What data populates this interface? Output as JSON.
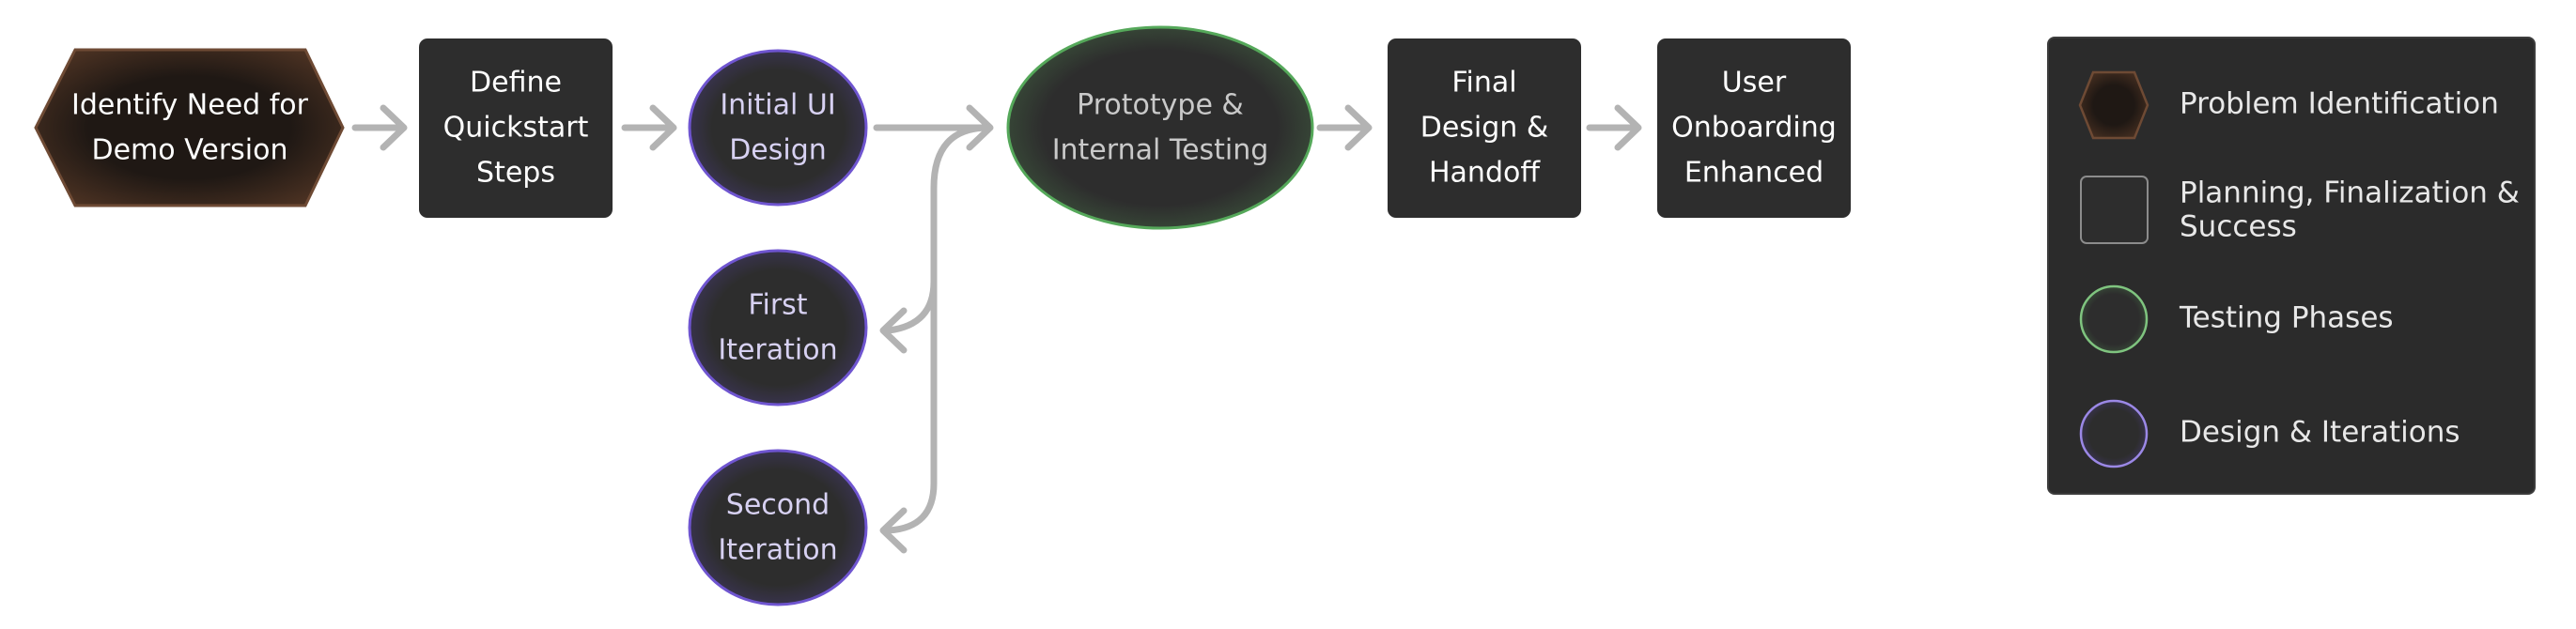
{
  "colors": {
    "background": "#ffffff",
    "node_fill": "#2d2d2d",
    "problem_fill": "#221a15",
    "problem_stroke": "#6e4a34",
    "testing_stroke": "#55a85a",
    "design_stroke": "#6f55d0",
    "edge": "#b3b3b3",
    "legend_bg": "#2b2b2b"
  },
  "nodes": {
    "identify": {
      "line1": "Identify Need for",
      "line2": "Demo Version"
    },
    "define": {
      "line1": "Define",
      "line2": "Quickstart",
      "line3": "Steps"
    },
    "initial_ui": {
      "line1": "Initial UI",
      "line2": "Design"
    },
    "prototype": {
      "line1": "Prototype &",
      "line2": "Internal Testing"
    },
    "final_design": {
      "line1": "Final",
      "line2": "Design &",
      "line3": "Handoff"
    },
    "user_onboarding": {
      "line1": "User",
      "line2": "Onboarding",
      "line3": "Enhanced"
    },
    "first_iteration": {
      "line1": "First",
      "line2": "Iteration"
    },
    "second_iteration": {
      "line1": "Second",
      "line2": "Iteration"
    }
  },
  "legend": {
    "problem": "Problem Identification",
    "planning_line1": "Planning, Finalization &",
    "planning_line2": "Success",
    "testing": "Testing Phases",
    "design": "Design & Iterations"
  }
}
